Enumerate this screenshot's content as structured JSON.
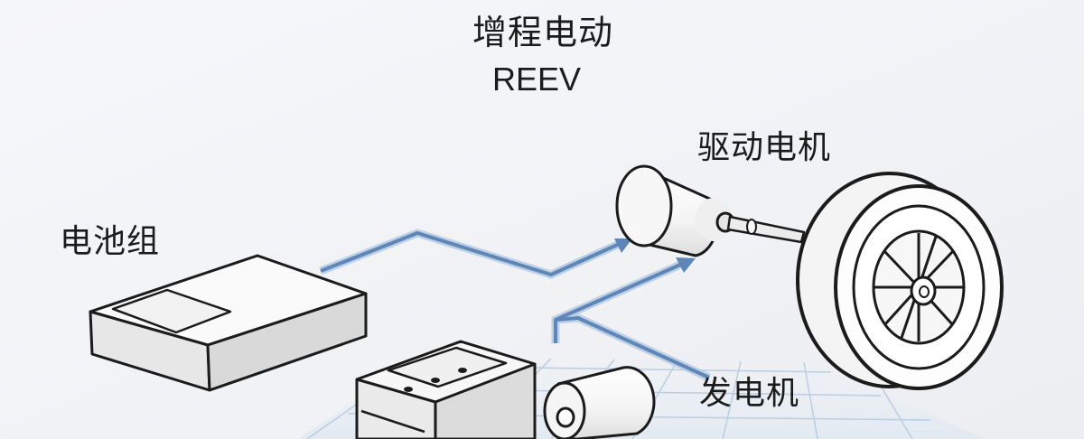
{
  "diagram": {
    "title": "增程电动",
    "subtitle": "REEV",
    "components": {
      "drive_motor": "驱动电机",
      "battery_pack": "电池组",
      "generator": "发电机"
    }
  }
}
